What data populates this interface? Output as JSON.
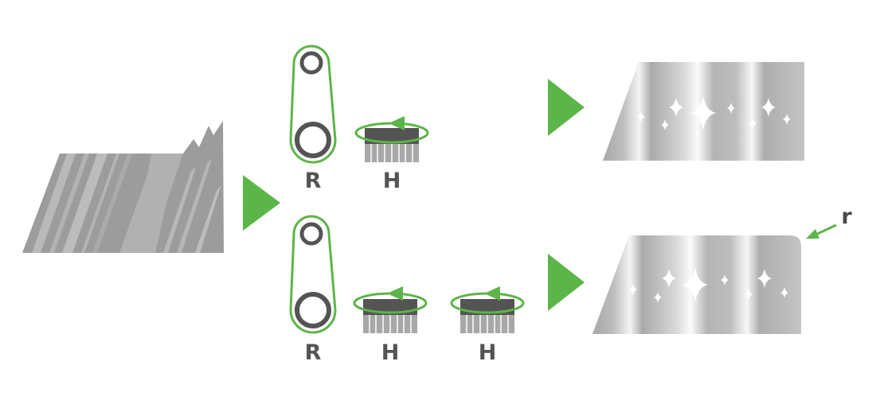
{
  "labels": {
    "roller_top": "R",
    "brush_top": "H",
    "roller_bottom": "R",
    "brush_bottom_1": "H",
    "brush_bottom_2": "H",
    "edge_radius": "r"
  },
  "colors": {
    "accent_green": "#5cb548",
    "dark_gray": "#545454",
    "sheet_gray": "#a9a9a9",
    "label_gray": "#4a4a4a"
  },
  "icons": {
    "process_arrow": "triangle-right",
    "rotation": "rotation-arrow",
    "sparkle": "four-point-star"
  }
}
